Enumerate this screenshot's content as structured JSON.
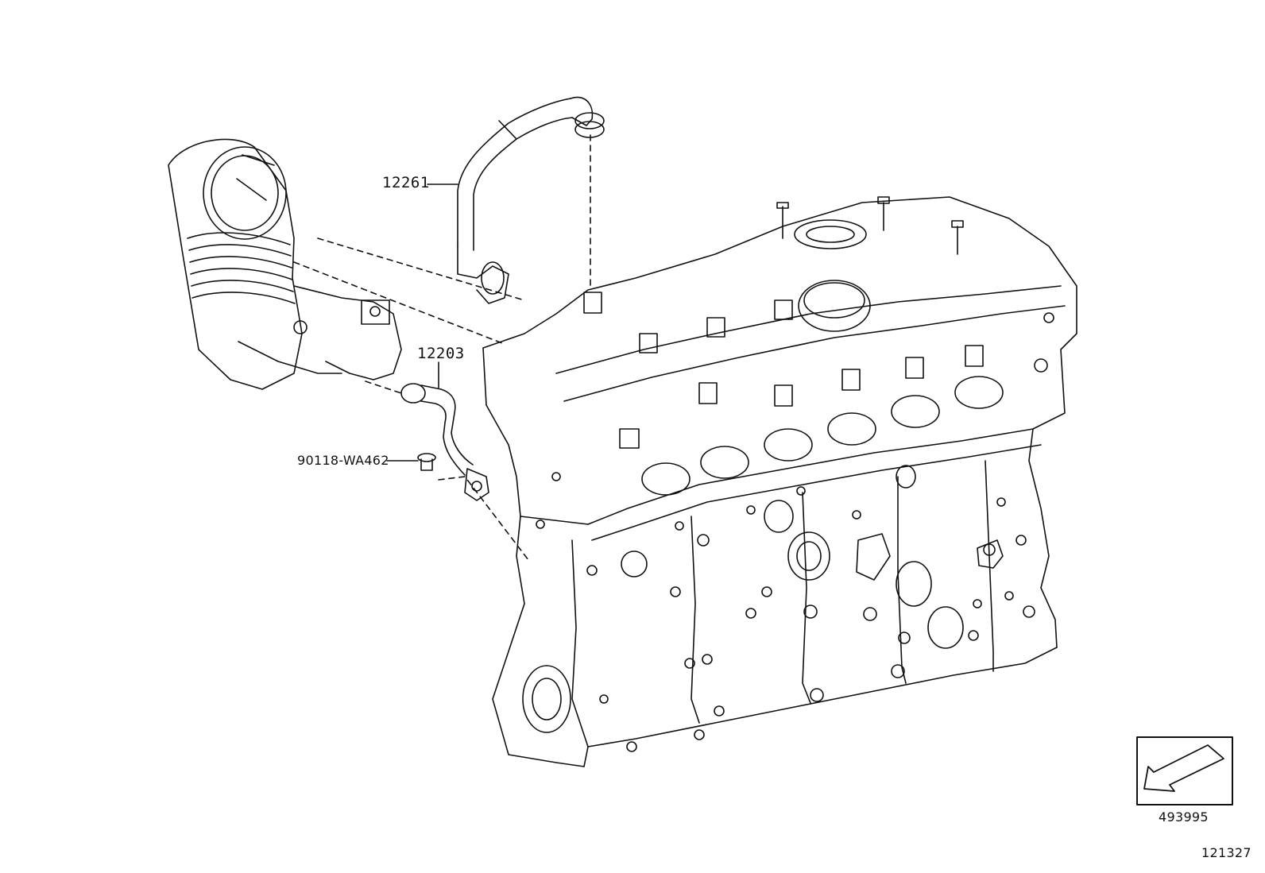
{
  "callouts": {
    "pcv_hose": "12261",
    "ventilation_hose": "12203",
    "bolt": "90118-WA462"
  },
  "view_indicator": {
    "code": "493995",
    "icon": "view-direction-arrow-icon"
  },
  "figure_number": "121327"
}
